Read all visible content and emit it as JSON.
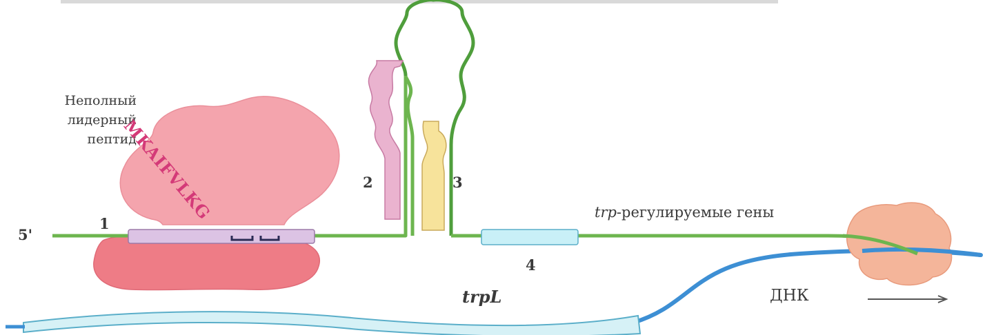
{
  "labels": {
    "incomplete_line1": "Неполный",
    "incomplete_line2": "лидерный",
    "incomplete_line3": "пептид",
    "peptide_sequence": "MKAIFVLKG",
    "five_prime": "5'",
    "region_1": "1",
    "region_2": "2",
    "region_3": "3",
    "region_4": "4",
    "trp_italic": "trp",
    "regulated_genes": "-регулируемые гены",
    "trpL": "trpL",
    "dna": "ДНК"
  },
  "colors": {
    "mrna": "#6db54f",
    "loop": "#4f9e3c",
    "dna": "#3d8fd4",
    "ribosome_large": "#f4a4ad",
    "ribosome_small": "#ee7c86",
    "region_1": "#dcc3e4",
    "region_2": "#eab3cf",
    "region_3": "#f7e39b",
    "region_4": "#c9f0f7",
    "trpL_strip": "#d6f1f6",
    "polymerase": "#f4b59a",
    "peptide_text": "#d43a78"
  }
}
